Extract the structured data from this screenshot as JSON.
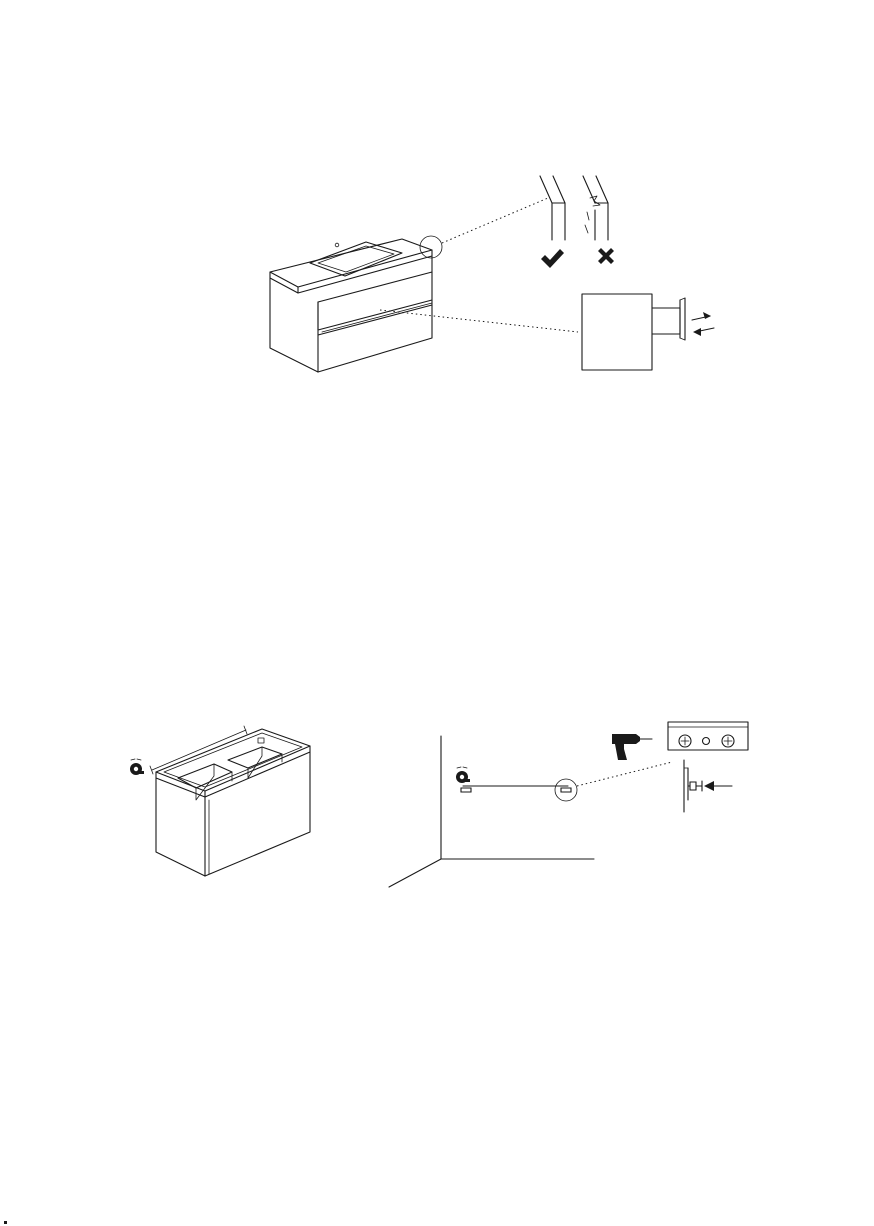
{
  "colors": {
    "ink": "#1a1a1a",
    "background": "#ffffff"
  },
  "figure_top": {
    "main_object": "vanity-unit-single-basin-two-drawers",
    "details": [
      {
        "icon": "check-icon",
        "meaning": "correct"
      },
      {
        "icon": "cross-icon",
        "meaning": "incorrect"
      },
      {
        "icon": "drawer-push-pull-arrows-icon",
        "meaning": "drawer-push-pull"
      }
    ]
  },
  "figure_bottom": {
    "main_object": "vanity-unit-double-basin",
    "icons": [
      "measuring-tape-icon",
      "power-drill-icon",
      "mounting-bracket-icon",
      "screw-insert-arrow-icon"
    ]
  }
}
